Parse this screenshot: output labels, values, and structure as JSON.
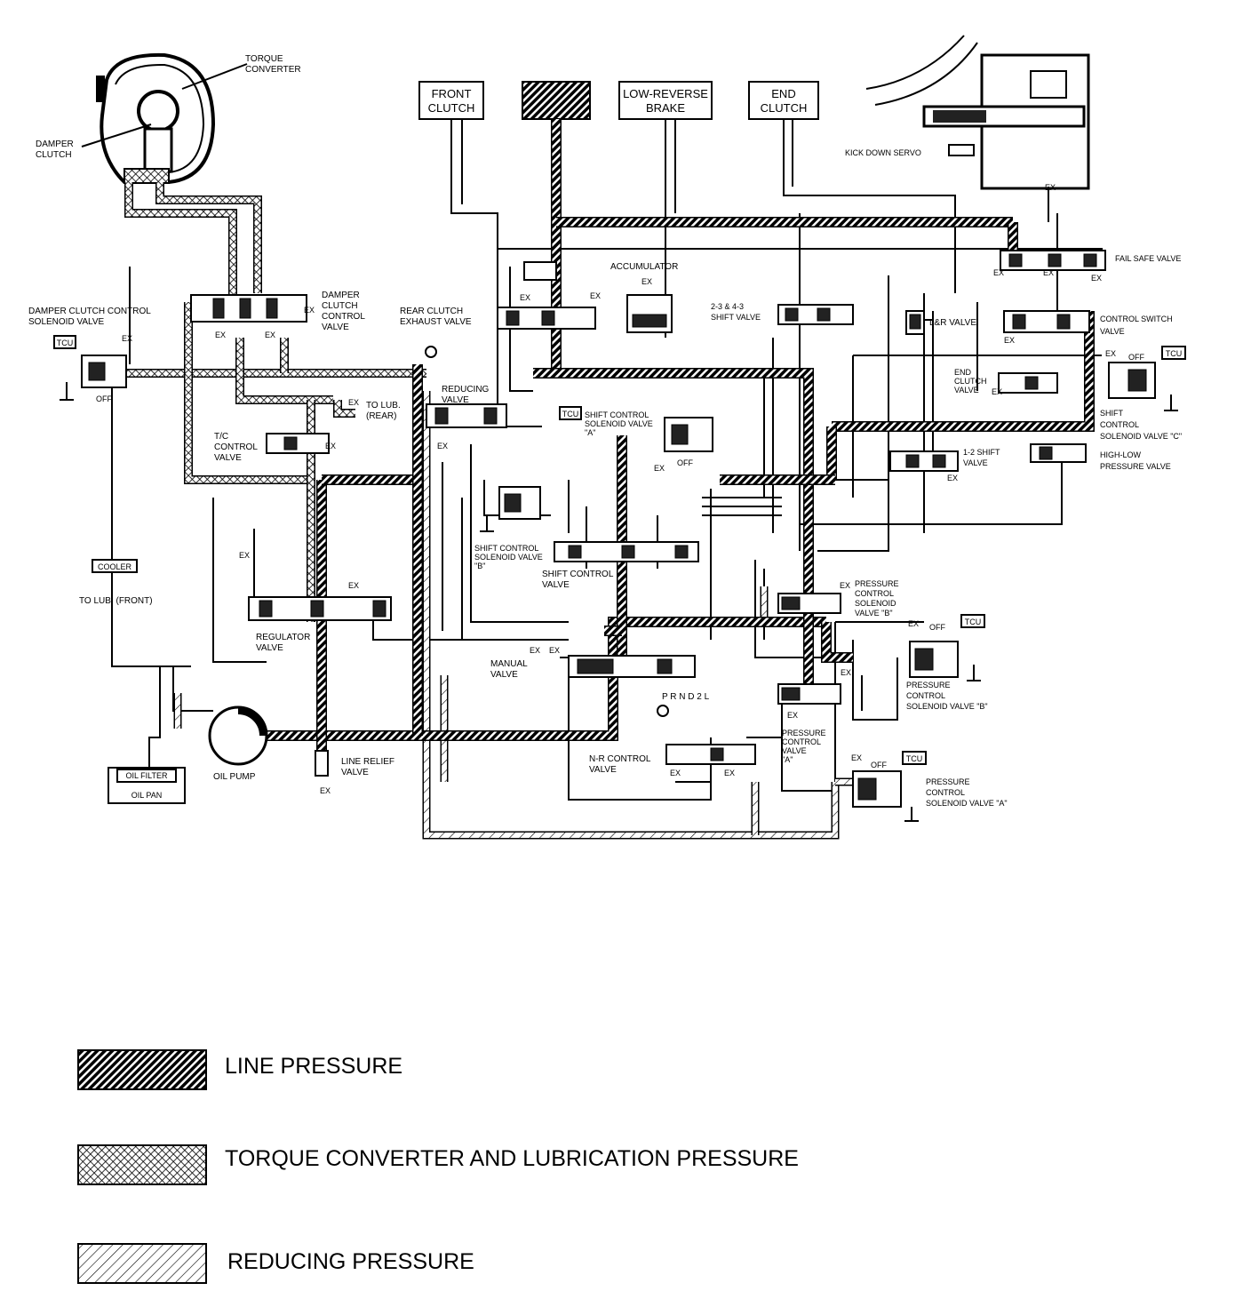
{
  "top_boxes": {
    "front_clutch": [
      "FRONT",
      "CLUTCH"
    ],
    "low_reverse_brake": [
      "LOW-REVERSE",
      "BRAKE"
    ],
    "end_clutch": [
      "END",
      "CLUTCH"
    ]
  },
  "labels": {
    "torque_converter": [
      "TORQUE",
      "CONVERTER"
    ],
    "damper_clutch": [
      "DAMPER",
      "CLUTCH"
    ],
    "damper_clutch_control_solenoid": [
      "DAMPER CLUTCH CONTROL",
      "SOLENOID VALVE"
    ],
    "damper_clutch_control_valve": [
      "DAMPER",
      "CLUTCH",
      "CONTROL",
      "VALVE"
    ],
    "tc_control_valve": [
      "T/C",
      "CONTROL",
      "VALVE"
    ],
    "to_lub_rear": [
      "TO LUB.",
      "(REAR)"
    ],
    "to_lub_front": "TO LUB. (FRONT)",
    "cooler": "COOLER",
    "regulator_valve": [
      "REGULATOR",
      "VALVE"
    ],
    "oil_pump": "OIL PUMP",
    "oil_filter": "OIL FILTER",
    "oil_pan": "OIL PAN",
    "line_relief_valve": [
      "LINE RELIEF",
      "VALVE"
    ],
    "rear_clutch_exhaust_valve": [
      "REAR CLUTCH",
      "EXHAUST VALVE"
    ],
    "accumulator": "ACCUMULATOR",
    "reducing_valve": [
      "REDUCING",
      "VALVE"
    ],
    "shift_control_solenoid_a": [
      "SHIFT CONTROL",
      "SOLENOID VALVE",
      "\"A\""
    ],
    "shift_control_solenoid_b": [
      "SHIFT CONTROL",
      "SOLENOID VALVE",
      "\"B\""
    ],
    "shift_control_valve": [
      "SHIFT CONTROL",
      "VALVE"
    ],
    "manual_valve": [
      "MANUAL",
      "VALVE"
    ],
    "gear_positions": "P R N D 2 L",
    "nr_control_valve": [
      "N-R CONTROL",
      "VALVE"
    ],
    "shift_valve_23_43": [
      "2-3 & 4-3",
      "SHIFT VALVE"
    ],
    "lr_valve": "L&R VALVE",
    "end_clutch_valve": [
      "END",
      "CLUTCH",
      "VALVE"
    ],
    "shift_valve_12": [
      "1-2 SHIFT",
      "VALVE"
    ],
    "pressure_control_solenoid_b_upper": [
      "PRESSURE",
      "CONTROL",
      "SOLENOID",
      "VALVE \"B\""
    ],
    "pressure_control_solenoid_b": [
      "PRESSURE",
      "CONTROL",
      "SOLENOID VALVE \"B\""
    ],
    "pressure_control_valve_a": [
      "PRESSURE",
      "CONTROL",
      "VALVE",
      "\"A\""
    ],
    "pressure_control_solenoid_a": [
      "PRESSURE",
      "CONTROL",
      "SOLENOID VALVE \"A\""
    ],
    "kick_down_servo": "KICK DOWN SERVO",
    "fail_safe_valve": "FAIL SAFE VALVE",
    "control_switch_valve": [
      "CONTROL SWITCH",
      "VALVE"
    ],
    "shift_control_solenoid_c": [
      "SHIFT",
      "CONTROL",
      "SOLENOID VALVE \"C\""
    ],
    "high_low_pressure_valve": [
      "HIGH-LOW",
      "PRESSURE VALVE"
    ],
    "ex": "EX",
    "off": "OFF",
    "tcu": "TCU"
  },
  "legend": [
    {
      "pattern": "line",
      "label": "LINE PRESSURE"
    },
    {
      "pattern": "crosshatch",
      "label": "TORQUE CONVERTER AND LUBRICATION PRESSURE"
    },
    {
      "pattern": "reducing",
      "label": "REDUCING PRESSURE"
    }
  ]
}
